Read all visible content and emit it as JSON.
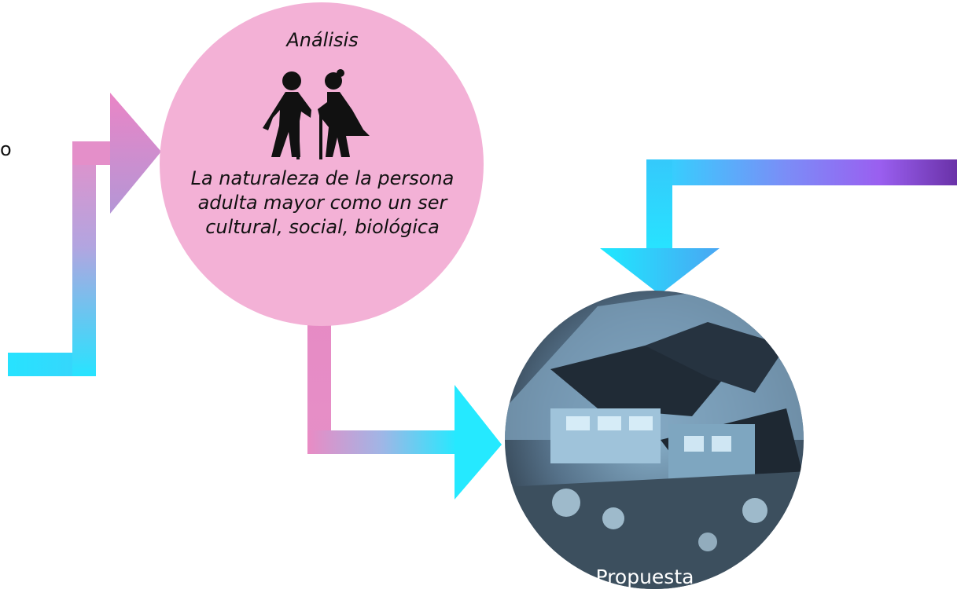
{
  "edge_fragment": "o",
  "analysis": {
    "title": "Análisis",
    "description": "La naturaleza de la persona adulta mayor como un ser  cultural, social, biológica",
    "icon": "elderly-couple-icon",
    "fill_color": "#f3b1d6"
  },
  "proposal": {
    "label": "Propuesta",
    "image": "aerial-building-render",
    "tint_color": "#5e7f9a"
  },
  "colors": {
    "pink": "#e587c4",
    "cyan": "#27e6ff",
    "blue": "#48a8f6",
    "purple": "#6a32a8"
  }
}
